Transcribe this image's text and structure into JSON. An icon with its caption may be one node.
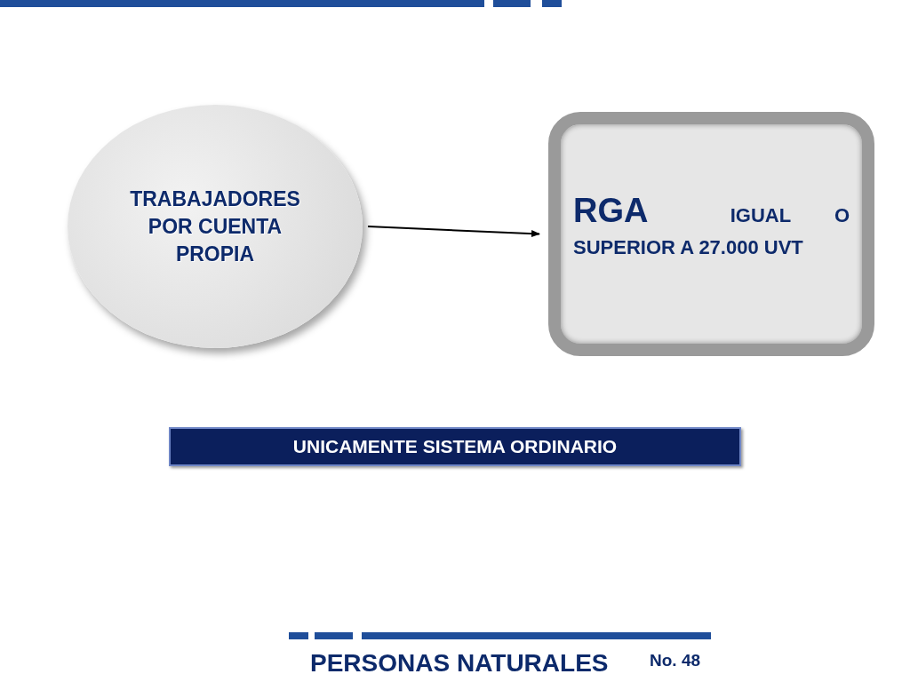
{
  "diagram": {
    "nodes": [
      {
        "text": [
          "TRABAJADORES POR CUENTA PROPIA"
        ]
      },
      {
        "text": [
          "RGA",
          "IGUAL O SUPERIOR A 27.000 UVT"
        ]
      },
      {
        "text": [
          "UNICAMENTE SISTEMA ORDINARIO"
        ]
      }
    ],
    "edges": [
      {
        "from": 0,
        "to": 1,
        "arrow": "to"
      }
    ],
    "labels": [
      "PERSONAS NATURALES",
      "No. 48"
    ]
  }
}
